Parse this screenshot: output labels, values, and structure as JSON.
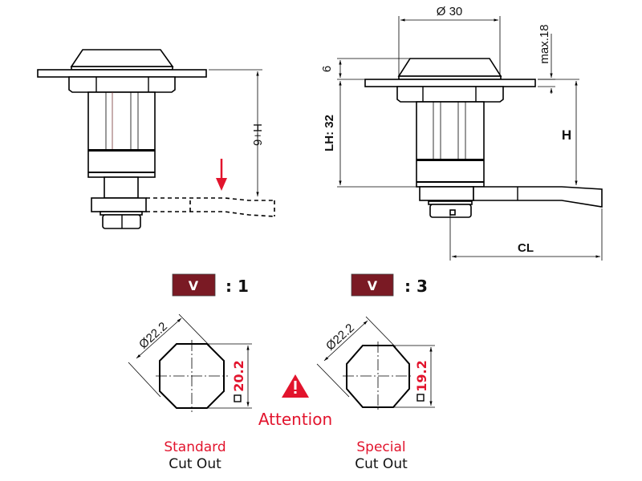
{
  "colors": {
    "accent_red": "#e2142d",
    "badge": "#7a1a24"
  },
  "left_view": {
    "dim_h6": "H+6"
  },
  "right_view": {
    "dim_diameter": "Ø 30",
    "dim_max": "max.18",
    "dim_6": "6",
    "dim_lh": "LH: 32",
    "dim_h": "H",
    "dim_cl": "CL"
  },
  "standard": {
    "badge": "V",
    "ratio": ": 1",
    "diameter": "Ø22.2",
    "square_dim": "20.2",
    "title": "Standard",
    "subtitle": "Cut Out"
  },
  "special": {
    "badge": "V",
    "ratio": ": 3",
    "diameter": "Ø22.2",
    "square_dim": "19.2",
    "title": "Special",
    "subtitle": "Cut Out"
  },
  "warning": {
    "icon": "warning-triangle-icon",
    "label": "Attention"
  }
}
